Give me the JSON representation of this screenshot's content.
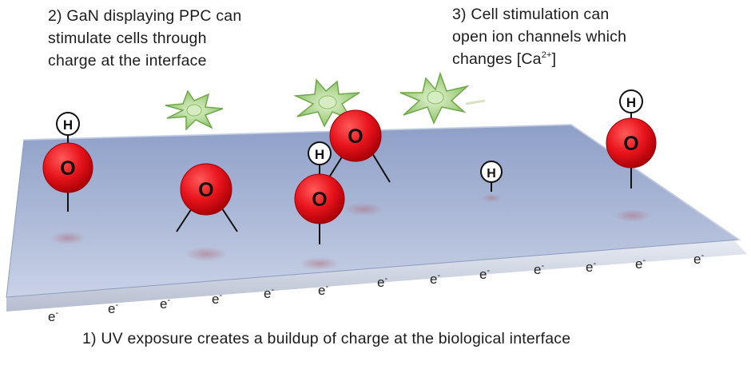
{
  "captions": {
    "ppc": {
      "line1": "2) GaN displaying PPC can",
      "line2": "stimulate cells through",
      "line3": "charge at the interface"
    },
    "cells": {
      "line1": "3) Cell stimulation can",
      "line2": "open ion channels which",
      "line3_prefix": "changes [Ca",
      "line3_sup": "2+",
      "line3_suffix": "]"
    },
    "uv": "1) UV exposure creates a buildup of charge at the biological interface"
  },
  "molecules": {
    "oxygen_label": "O",
    "hydrogen_label": "H"
  },
  "electron": {
    "symbol": "e",
    "charge": "-"
  },
  "colors": {
    "oxygen": "#e8141c",
    "slab_top": "#a9b6d4",
    "slab_edge": "#c6cde0",
    "cell": "#8fc46a",
    "hydrogen": "#ffffff"
  }
}
